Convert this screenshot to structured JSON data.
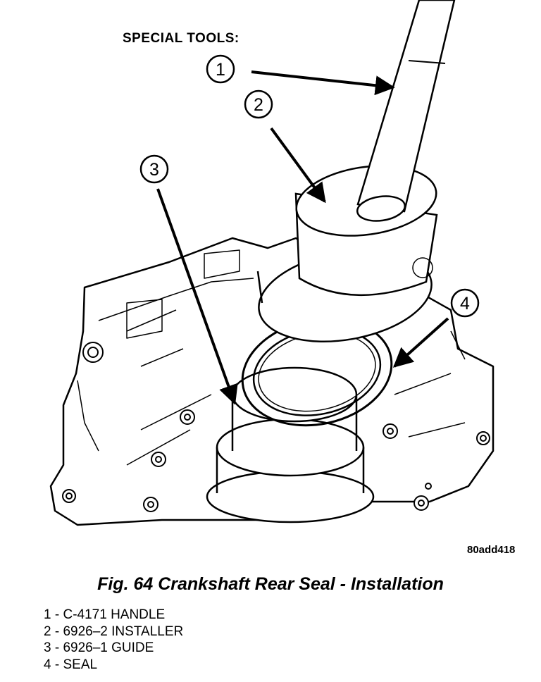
{
  "header": {
    "special_tools": "SPECIAL TOOLS:"
  },
  "callouts": [
    "1",
    "2",
    "3",
    "4"
  ],
  "figure_code": "80add418",
  "caption": "Fig. 64 Crankshaft Rear Seal - Installation",
  "legend": [
    {
      "num": "1",
      "text": "C-4171 HANDLE"
    },
    {
      "num": "2",
      "text": "6926–2 INSTALLER"
    },
    {
      "num": "3",
      "text": "6926–1 GUIDE"
    },
    {
      "num": "4",
      "text": "SEAL"
    }
  ]
}
